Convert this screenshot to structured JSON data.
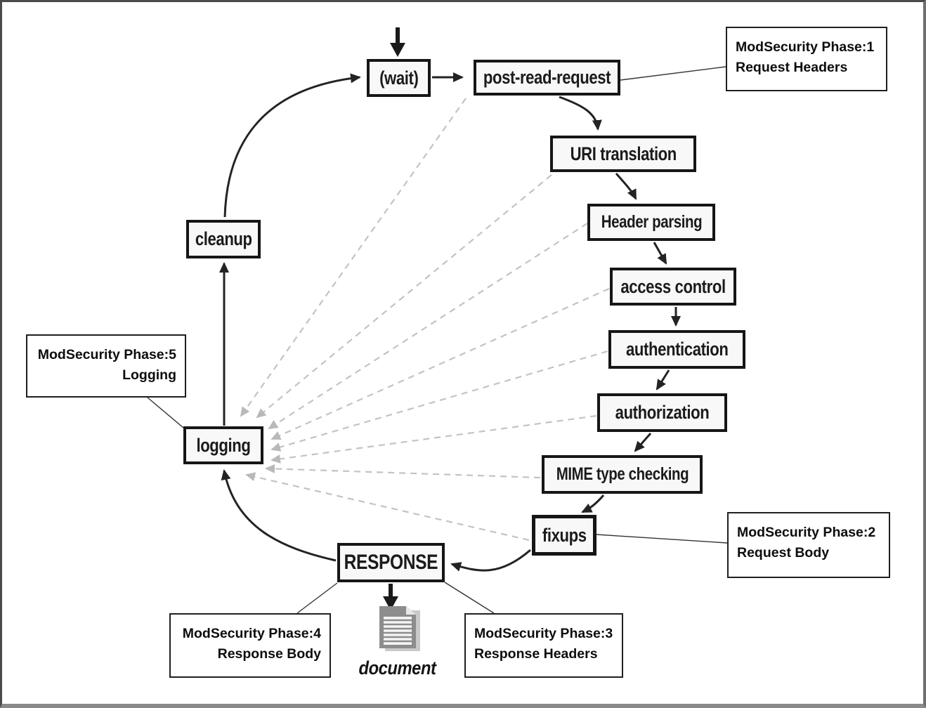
{
  "diagram": {
    "subject": "Apache request cycle with ModSecurity phases"
  },
  "colors": {
    "background": "#ffffff",
    "node_fill": "#f8f8f8",
    "node_border": "#161616",
    "solid_arrow": "#232323",
    "dashed_arrow": "#c3c3c3",
    "annotation_border": "#1f1f1f",
    "document_gray": "#8d8d8d"
  },
  "nodes": {
    "wait": {
      "label": "(wait)"
    },
    "post_read_request": {
      "label": "post-read-request"
    },
    "uri_translation": {
      "label": "URI translation"
    },
    "header_parsing": {
      "label": "Header parsing"
    },
    "access_control": {
      "label": "access control"
    },
    "authentication": {
      "label": "authentication"
    },
    "authorization": {
      "label": "authorization"
    },
    "mime_type_checking": {
      "label": "MIME type checking"
    },
    "fixups": {
      "label": "fixups"
    },
    "response": {
      "label": "RESPONSE"
    },
    "logging": {
      "label": "logging"
    },
    "cleanup": {
      "label": "cleanup"
    },
    "document": {
      "label": "document"
    }
  },
  "annotations": {
    "phase1": {
      "line1": "ModSecurity Phase:1",
      "line2": "Request Headers"
    },
    "phase2": {
      "line1": "ModSecurity Phase:2",
      "line2": "Request Body"
    },
    "phase3": {
      "line1": "ModSecurity Phase:3",
      "line2": "Response Headers"
    },
    "phase4": {
      "line1": "ModSecurity Phase:4",
      "line2": "Response Body"
    },
    "phase5": {
      "line1": "ModSecurity Phase:5",
      "line2": "Logging"
    }
  },
  "flow_order": [
    "(wait)",
    "post-read-request",
    "URI translation",
    "Header parsing",
    "access control",
    "authentication",
    "authorization",
    "MIME type checking",
    "fixups",
    "RESPONSE",
    "logging",
    "cleanup"
  ],
  "dashed_links_to_logging_from": [
    "post-read-request",
    "URI translation",
    "Header parsing",
    "access control",
    "authentication",
    "authorization",
    "MIME type checking",
    "fixups"
  ]
}
